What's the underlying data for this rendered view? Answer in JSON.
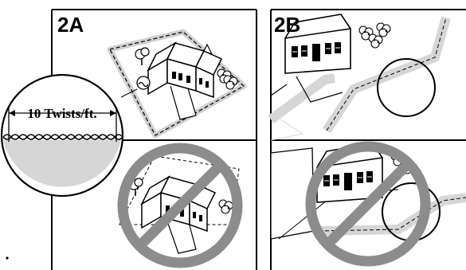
{
  "panels": [
    {
      "id": "2A",
      "label": "2A"
    },
    {
      "id": "2B",
      "label": "2B"
    }
  ],
  "callout": {
    "text": "10 Twists/ft."
  },
  "colors": {
    "line": "#000000",
    "prohibit": "#8c8c8c",
    "ground": "#d6d6d6",
    "path": "#c8c8c8"
  }
}
